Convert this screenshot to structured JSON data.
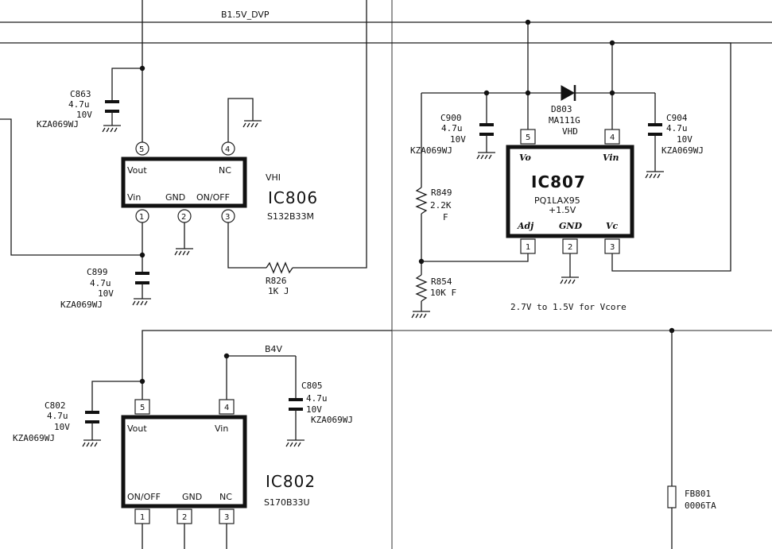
{
  "nets": {
    "b1v5": "B1.5V_DVP",
    "b4v": "B4V"
  },
  "ic806": {
    "name": "IC806",
    "vendor": "VHI",
    "part": "S132B33M",
    "pins": {
      "vout": "Vout",
      "nc": "NC",
      "vin": "Vin",
      "gnd": "GND",
      "onoff": "ON/OFF"
    },
    "pin_numbers": [
      "1",
      "2",
      "3",
      "4",
      "5"
    ]
  },
  "ic807": {
    "name": "IC807",
    "part": "PQ1LAX95",
    "voltage": "+1.5V",
    "pins": {
      "vo": "Vo",
      "vin": "Vin",
      "adj": "Adj",
      "gnd": "GND",
      "vc": "Vc"
    },
    "pin_numbers": [
      "1",
      "2",
      "3",
      "4",
      "5"
    ],
    "note": "2.7V to 1.5V for Vcore"
  },
  "ic802": {
    "name": "IC802",
    "part": "S170B33U",
    "pins": {
      "vout": "Vout",
      "vin": "Vin",
      "onoff": "ON/OFF",
      "gnd": "GND",
      "nc": "NC"
    },
    "pin_numbers": [
      "1",
      "2",
      "3",
      "4",
      "5"
    ]
  },
  "capacitors": {
    "c863": {
      "ref": "C863",
      "value": "4.7u",
      "voltage": "10V",
      "part": "KZA069WJ"
    },
    "c899": {
      "ref": "C899",
      "value": "4.7u",
      "voltage": "10V",
      "part": "KZA069WJ"
    },
    "c900": {
      "ref": "C900",
      "value": "4.7u",
      "voltage": "10V",
      "part": "KZA069WJ"
    },
    "c904": {
      "ref": "C904",
      "value": "4.7u",
      "voltage": "10V",
      "part": "KZA069WJ"
    },
    "c802": {
      "ref": "C802",
      "value": "4.7u",
      "voltage": "10V",
      "part": "KZA069WJ"
    },
    "c805": {
      "ref": "C805",
      "value": "4.7u",
      "voltage": "10V",
      "part": "KZA069WJ"
    }
  },
  "resistors": {
    "r826": {
      "ref": "R826",
      "value": "1K J"
    },
    "r849": {
      "ref": "R849",
      "value": "2.2K",
      "tol": "F"
    },
    "r854": {
      "ref": "R854",
      "value": "10K F"
    }
  },
  "diode": {
    "ref": "D803",
    "part": "MA111G",
    "extra": "VHD"
  },
  "ferrite": {
    "ref": "FB801",
    "part": "0006TA"
  }
}
